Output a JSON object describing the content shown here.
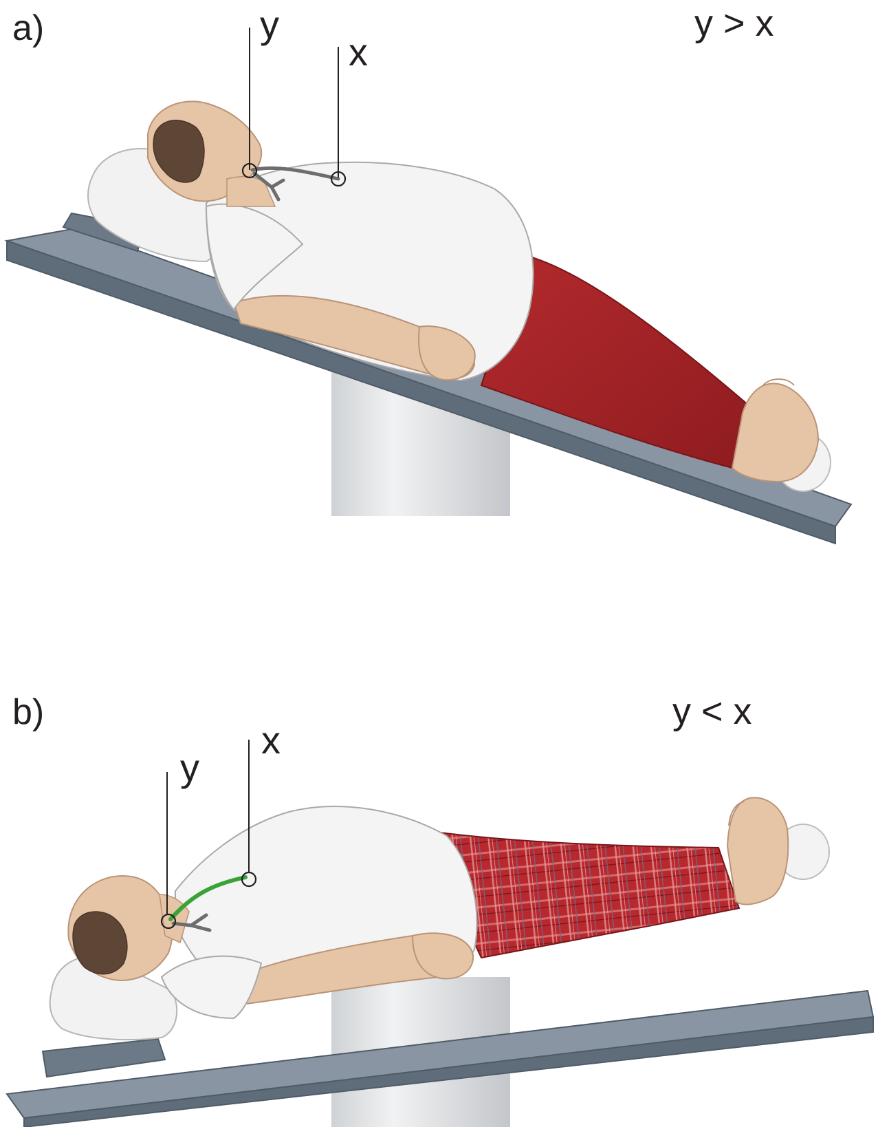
{
  "panels": [
    {
      "id": "a",
      "label": "a)",
      "relation": "y > x",
      "y_label": "y",
      "x_label": "x",
      "pants": "solid red",
      "tube": "gray"
    },
    {
      "id": "b",
      "label": "b)",
      "relation": "y < x",
      "y_label": "y",
      "x_label": "x",
      "pants": "red plaid",
      "tube": "green"
    }
  ],
  "colors": {
    "table_top": "#8b98a6",
    "table_edge": "#5f6d7b",
    "pedestal": "#e4e6e8",
    "skin": "#e6c4a6",
    "hair": "#5e4636",
    "shirt": "#f4f4f4",
    "pants_solid": "#a32327",
    "pants_plaid": "#b8292f",
    "tube_gray": "#6d6d6d",
    "tube_green": "#3aa335",
    "pillow": "#f2f2f2",
    "ink": "#231f20"
  }
}
